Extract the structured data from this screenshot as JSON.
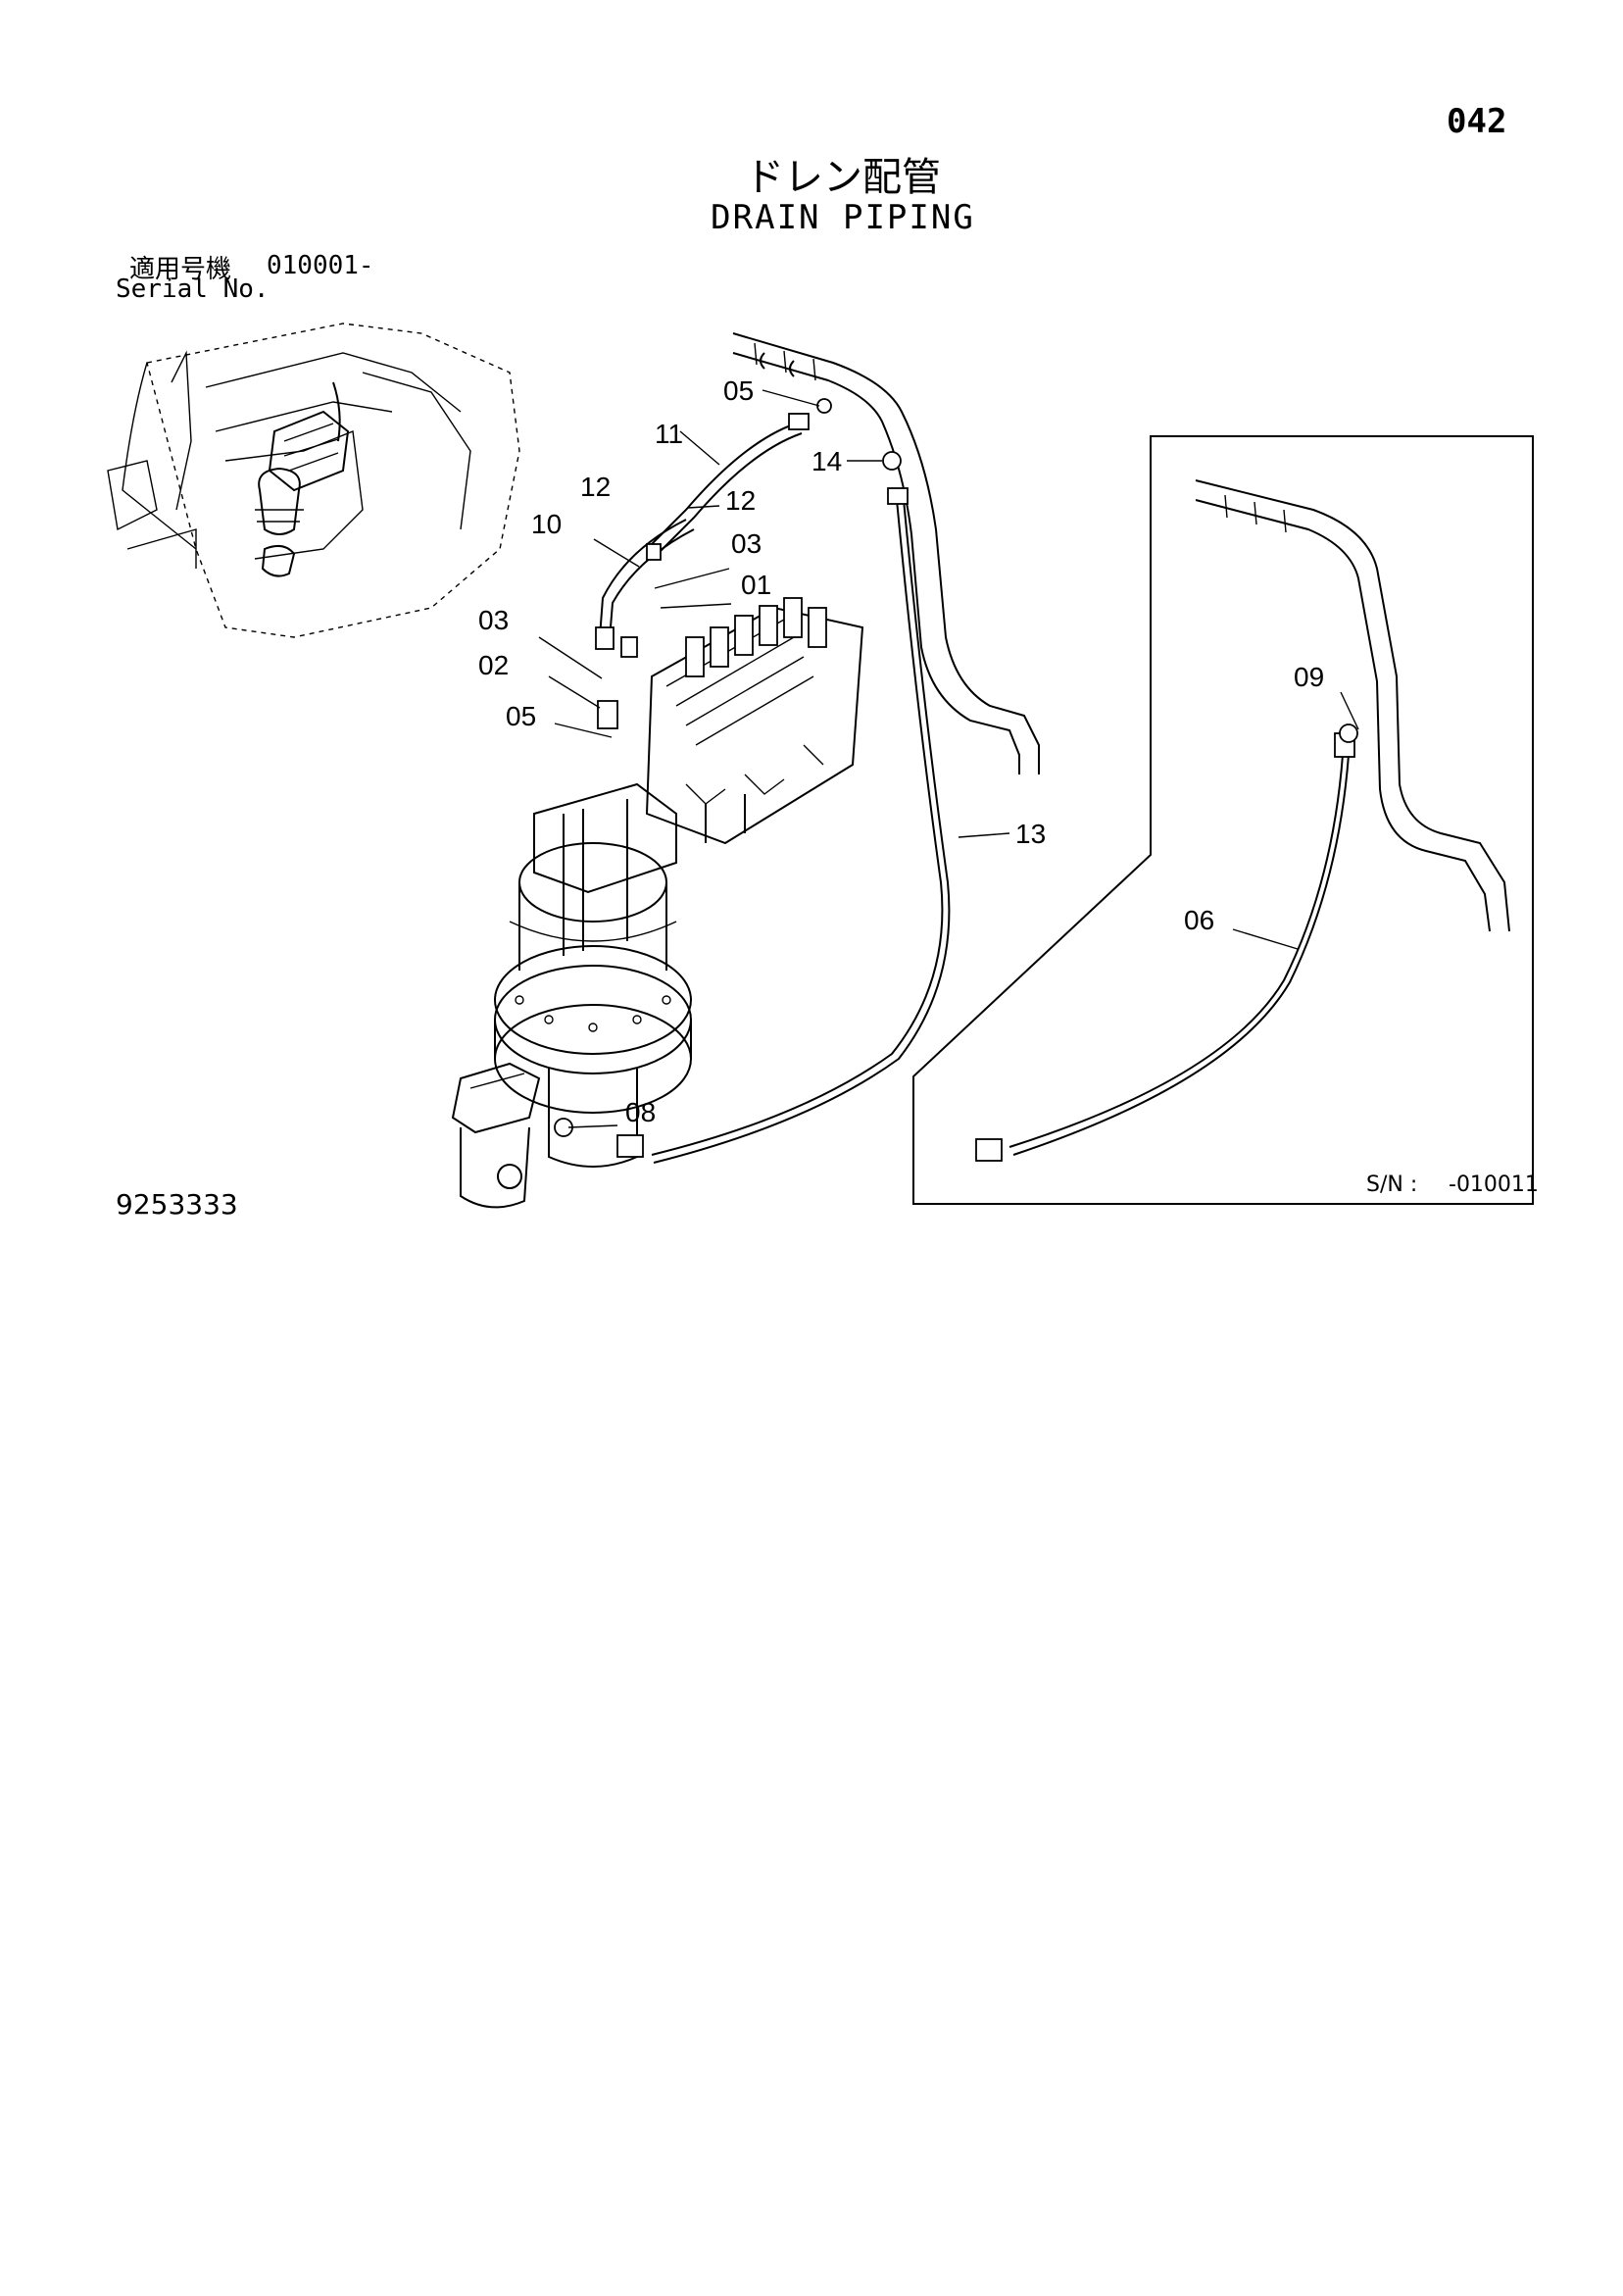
{
  "page": {
    "page_number": "042",
    "title_jp": "ドレン配管",
    "title_en": "DRAIN PIPING",
    "serial_jp_label": "適用号機",
    "serial_code": "010001-",
    "serial_en_label": "Serial No.",
    "drawing_number": "9253333",
    "sn_label": "S/N :",
    "sn_value": "-010011"
  },
  "callouts": [
    "05",
    "11",
    "14",
    "12",
    "12",
    "10",
    "03",
    "01",
    "03",
    "02",
    "05",
    "13",
    "09",
    "06",
    "08"
  ]
}
